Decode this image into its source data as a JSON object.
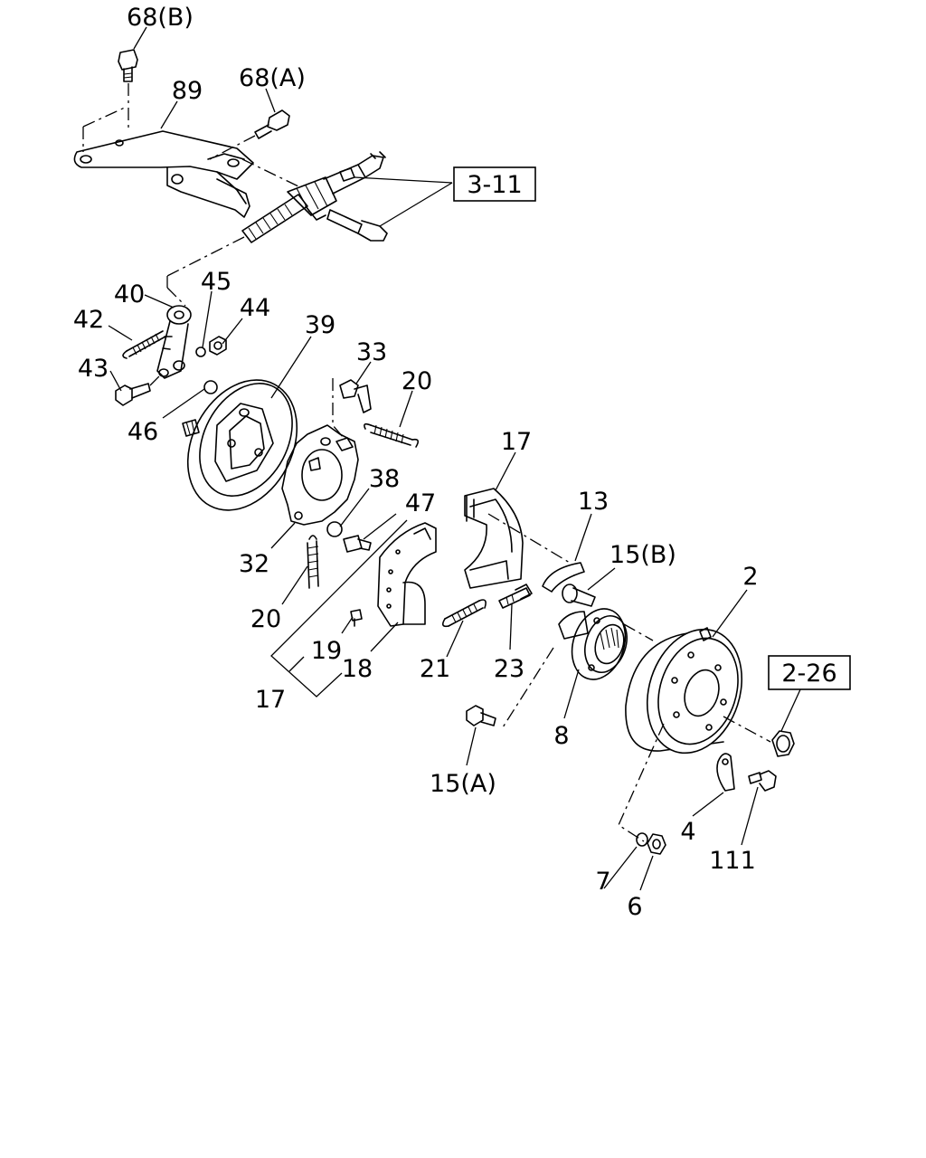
{
  "labels": [
    "68(B)",
    "89",
    "68(A)",
    "40",
    "45",
    "42",
    "44",
    "43",
    "46",
    "39",
    "33",
    "20",
    "32",
    "38",
    "47",
    "20",
    "17",
    "13",
    "15(B)",
    "2",
    "19",
    "18",
    "17",
    "21",
    "23",
    "8",
    "15(A)",
    "4",
    "111",
    "7",
    "6"
  ],
  "references": [
    "3-11",
    "2-26"
  ]
}
